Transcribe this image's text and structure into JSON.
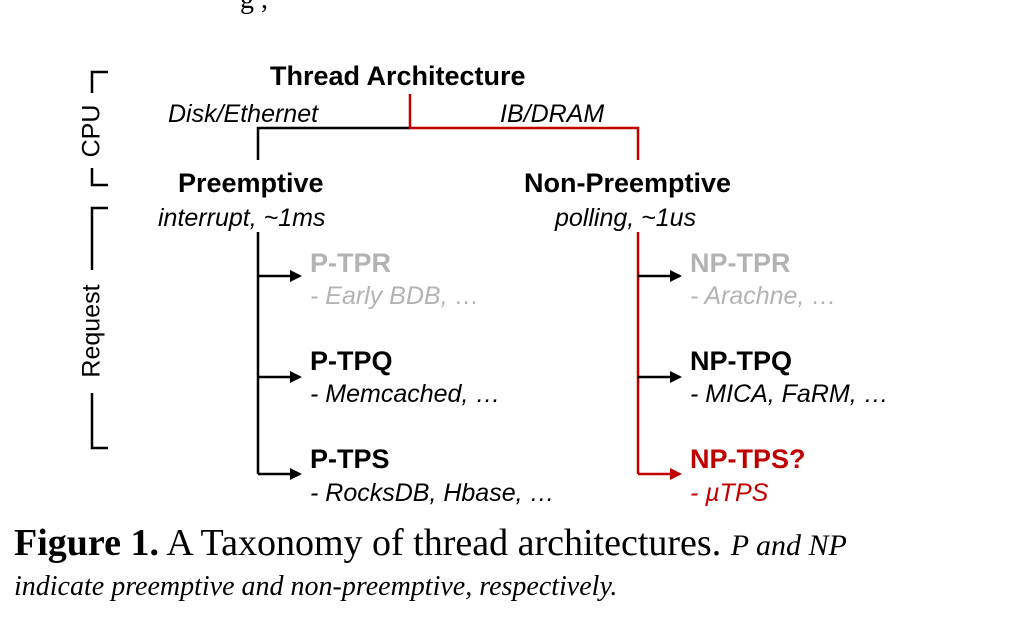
{
  "clipped_top_text": "g                                                              ,",
  "root": {
    "title": "Thread Architecture"
  },
  "edges": {
    "left_label": "Disk/Ethernet",
    "right_label": "IB/DRAM"
  },
  "axis": {
    "cpu": "CPU",
    "request": "Request"
  },
  "branches": [
    {
      "name": "Preemptive",
      "desc": "interrupt, ~1ms"
    },
    {
      "name": "Non-Preemptive",
      "desc": "polling, ~1us"
    }
  ],
  "leaves_left": [
    {
      "name": "P-TPR",
      "examples": "- Early BDB, …"
    },
    {
      "name": "P-TPQ",
      "examples": "- Memcached, …"
    },
    {
      "name": "P-TPS",
      "examples": "- RocksDB, Hbase, …"
    }
  ],
  "leaves_right": [
    {
      "name": "NP-TPR",
      "examples": "- Arachne, …"
    },
    {
      "name": "NP-TPQ",
      "examples": "- MICA, FaRM, …"
    },
    {
      "name": "NP-TPS?",
      "examples": "- µTPS"
    }
  ],
  "caption": {
    "figure_label": "Figure 1.",
    "text": "A Taxonomy of thread architectures.",
    "italic_start": "P and NP",
    "italic_rest": "indicate preemptive and non-preemptive, respectively."
  },
  "colors": {
    "highlight": "#c00000",
    "muted": "#b3b3b3",
    "ink": "#000000"
  }
}
